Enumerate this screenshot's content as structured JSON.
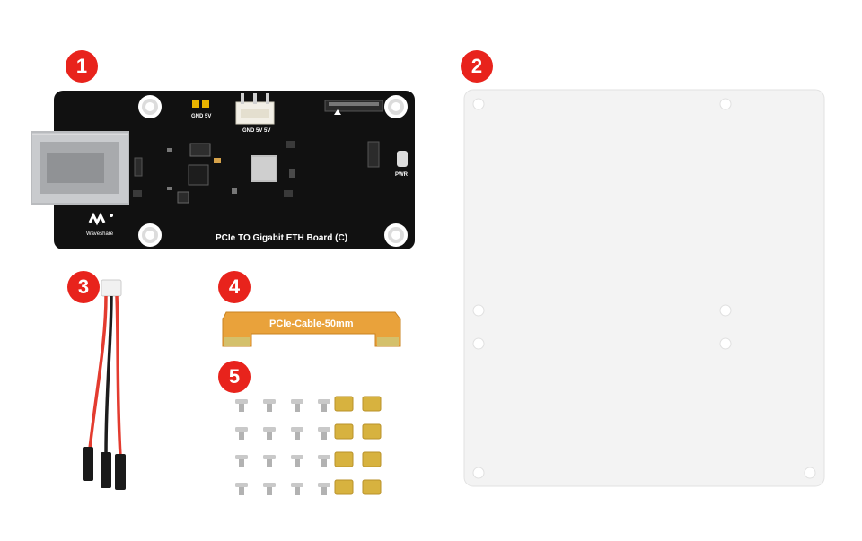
{
  "badges": [
    "1",
    "2",
    "3",
    "4",
    "5"
  ],
  "board": {
    "title": "PCIe TO Gigabit ETH Board (C)",
    "jumper_label": "GND 5V",
    "header_label": "GND 5V 5V",
    "pwr_label": "PWR",
    "brand": "Waveshare"
  },
  "cable": {
    "label": "PCIe-Cable-50mm"
  },
  "colors": {
    "badge": "#e8231c",
    "pcb": "#111111",
    "flex_cable": "#e9a23b",
    "acrylic": "#f3f3f3"
  }
}
